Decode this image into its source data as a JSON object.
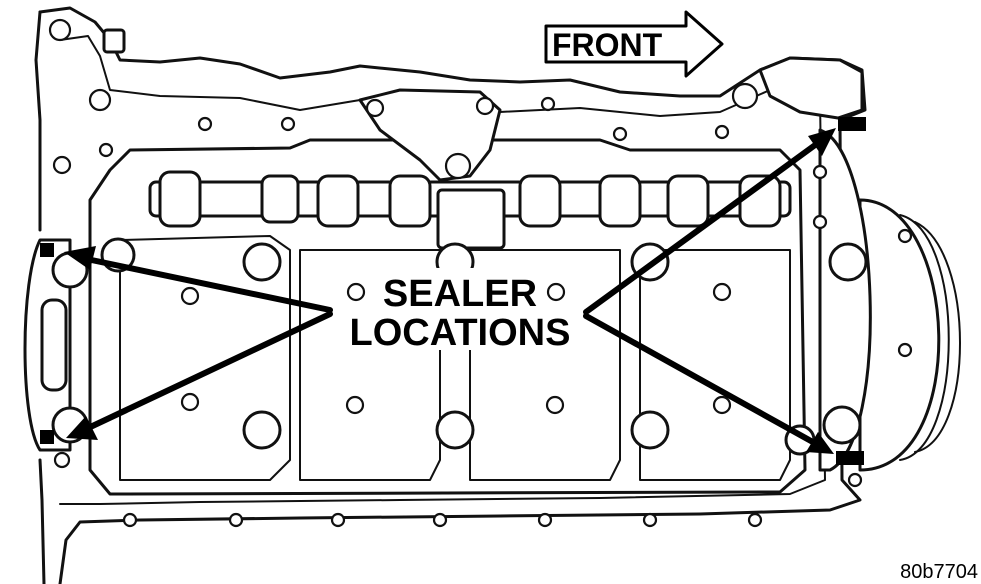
{
  "labels": {
    "front": "FRONT",
    "sealer_line1": "SEALER",
    "sealer_line2": "LOCATIONS",
    "figure_ref": "80b7704"
  },
  "colors": {
    "ink": "#111111",
    "background": "#ffffff",
    "sealer_mark": "#000000"
  }
}
